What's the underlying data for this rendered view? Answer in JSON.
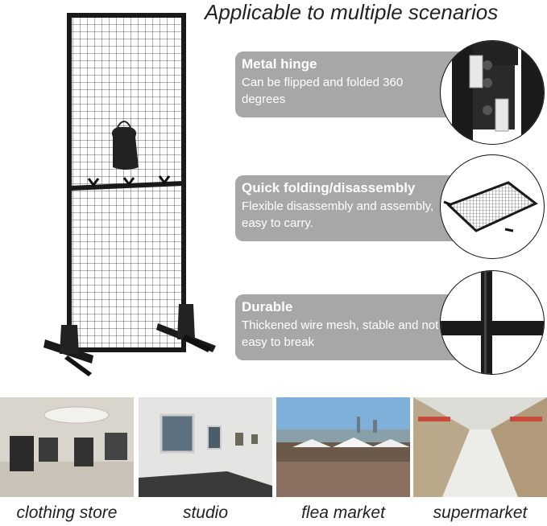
{
  "headline": "Applicable to multiple scenarios",
  "features": [
    {
      "title": "Metal hinge",
      "description": "Can be flipped and folded 360 degrees",
      "icon": "hinge-closeup"
    },
    {
      "title": "Quick folding/disassembly",
      "description": "Flexible disassembly and assembly, easy to carry.",
      "icon": "grid-panel-closeup"
    },
    {
      "title": "Durable",
      "description": "Thickened wire mesh, stable and not easy to break",
      "icon": "tube-joint-closeup"
    }
  ],
  "scenarios": [
    {
      "label": "clothing store"
    },
    {
      "label": "studio"
    },
    {
      "label": "flea market"
    },
    {
      "label": "supermarket"
    }
  ],
  "colors": {
    "panel_gray": "#a7a7a7",
    "frame_black": "#1a1a1a"
  }
}
